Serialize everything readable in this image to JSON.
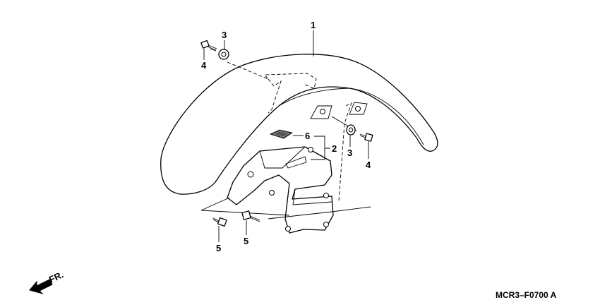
{
  "callouts": {
    "c1": "1",
    "c2": "2",
    "c3a": "3",
    "c3b": "3",
    "c4a": "4",
    "c4b": "4",
    "c5a": "5",
    "c5b": "5",
    "c6": "6"
  },
  "direction_label": "FR.",
  "diagram_code": "MCR3–F0700 A",
  "icons": {
    "front_arrow": "arrow-left-icon"
  }
}
